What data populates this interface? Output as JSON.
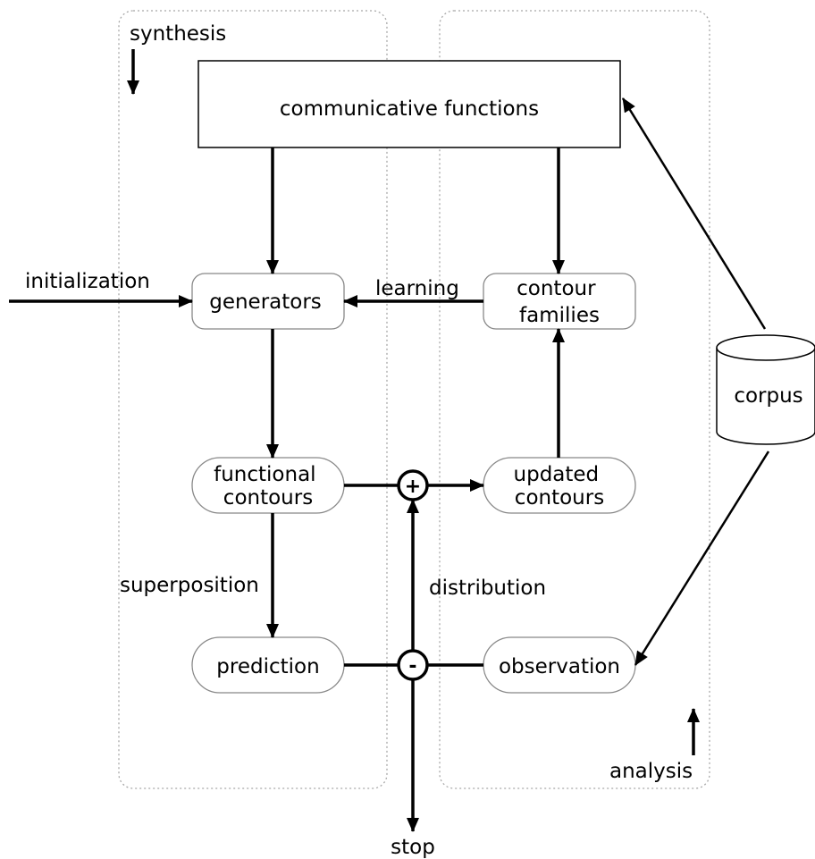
{
  "panels": {
    "synthesis_label": "synthesis",
    "analysis_label": "analysis"
  },
  "nodes": {
    "communicative_functions": "communicative functions",
    "generators": "generators",
    "contour_families": [
      "contour",
      "families"
    ],
    "functional_contours": [
      "functional",
      "contours"
    ],
    "updated_contours": [
      "updated",
      "contours"
    ],
    "prediction": "prediction",
    "observation": "observation",
    "corpus": "corpus"
  },
  "operators": {
    "sum": "+",
    "difference": "-"
  },
  "edge_labels": {
    "initialization": "initialization",
    "learning": "learning",
    "superposition": "superposition",
    "distribution": "distribution",
    "stop": "stop"
  }
}
